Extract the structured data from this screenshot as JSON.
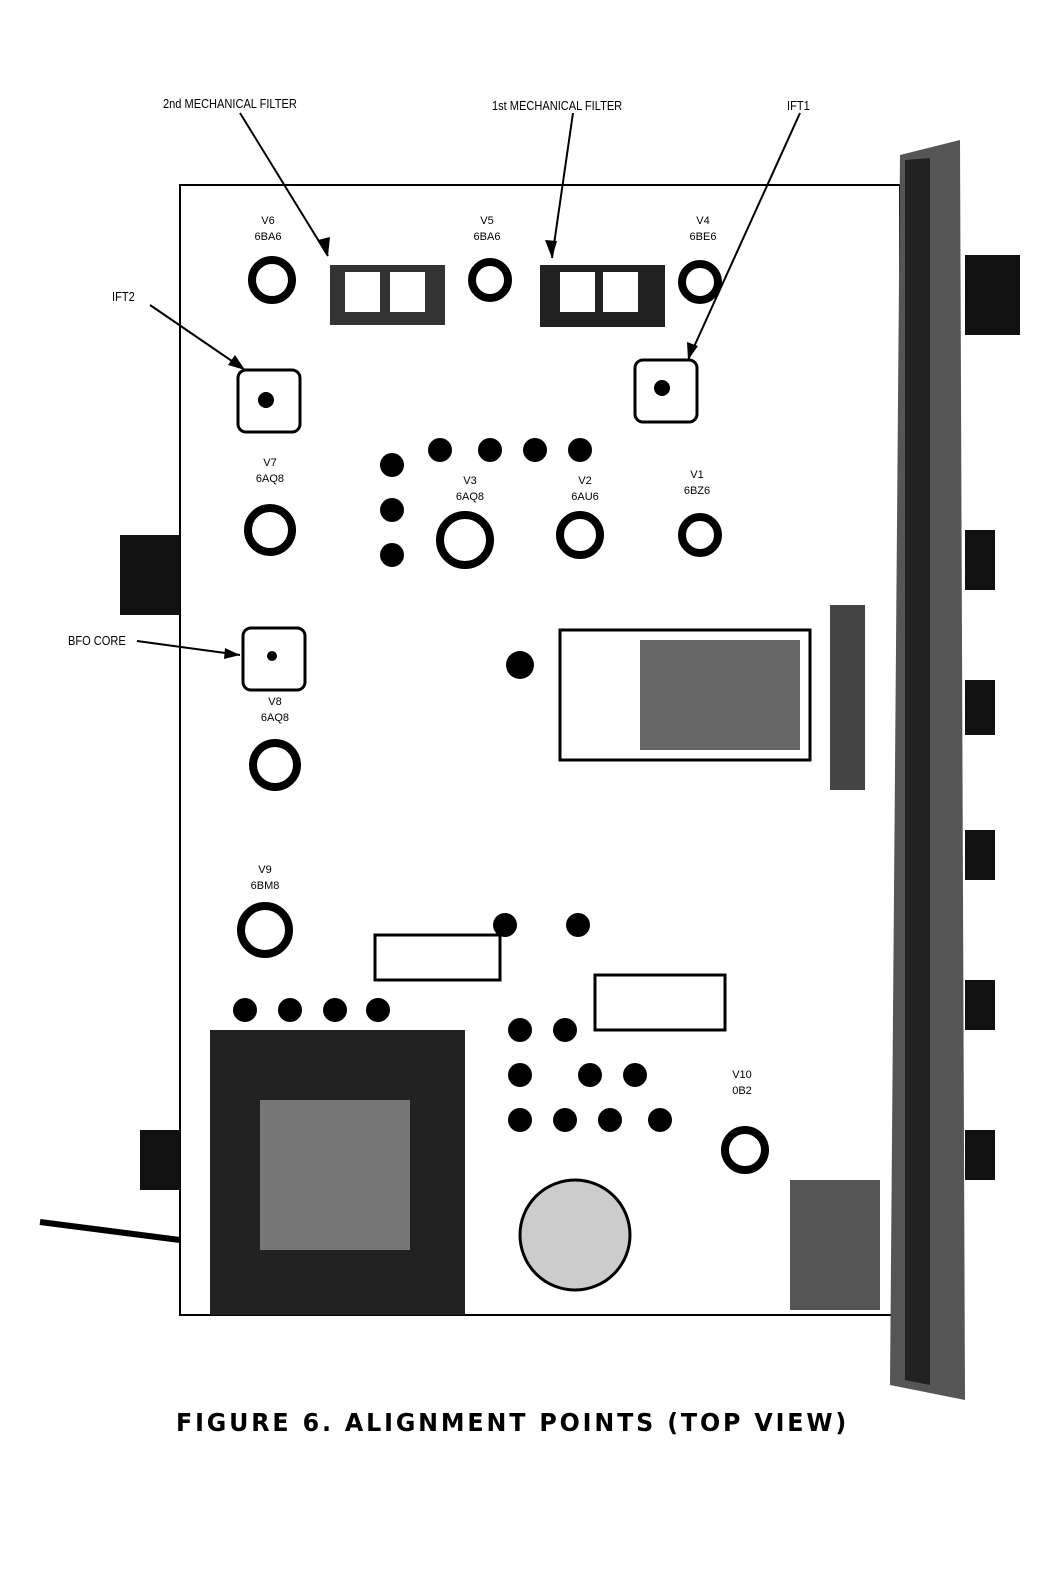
{
  "callouts": {
    "second_mech_filter": "2nd MECHANICAL FILTER",
    "first_mech_filter": "1st MECHANICAL FILTER",
    "ift1": "IFT1",
    "ift2": "IFT2",
    "bfo_core": "BFO CORE"
  },
  "tubes": {
    "v6": {
      "id": "V6",
      "type": "6BA6"
    },
    "v5": {
      "id": "V5",
      "type": "6BA6"
    },
    "v4": {
      "id": "V4",
      "type": "6BE6"
    },
    "v7": {
      "id": "V7",
      "type": "6AQ8"
    },
    "v3": {
      "id": "V3",
      "type": "6AQ8"
    },
    "v2": {
      "id": "V2",
      "type": "6AU6"
    },
    "v1": {
      "id": "V1",
      "type": "6BZ6"
    },
    "v8": {
      "id": "V8",
      "type": "6AQ8"
    },
    "v9": {
      "id": "V9",
      "type": "6BM8"
    },
    "v10": {
      "id": "V10",
      "type": "0B2"
    }
  },
  "caption": "FIGURE 6.   ALIGNMENT POINTS (TOP VIEW)"
}
